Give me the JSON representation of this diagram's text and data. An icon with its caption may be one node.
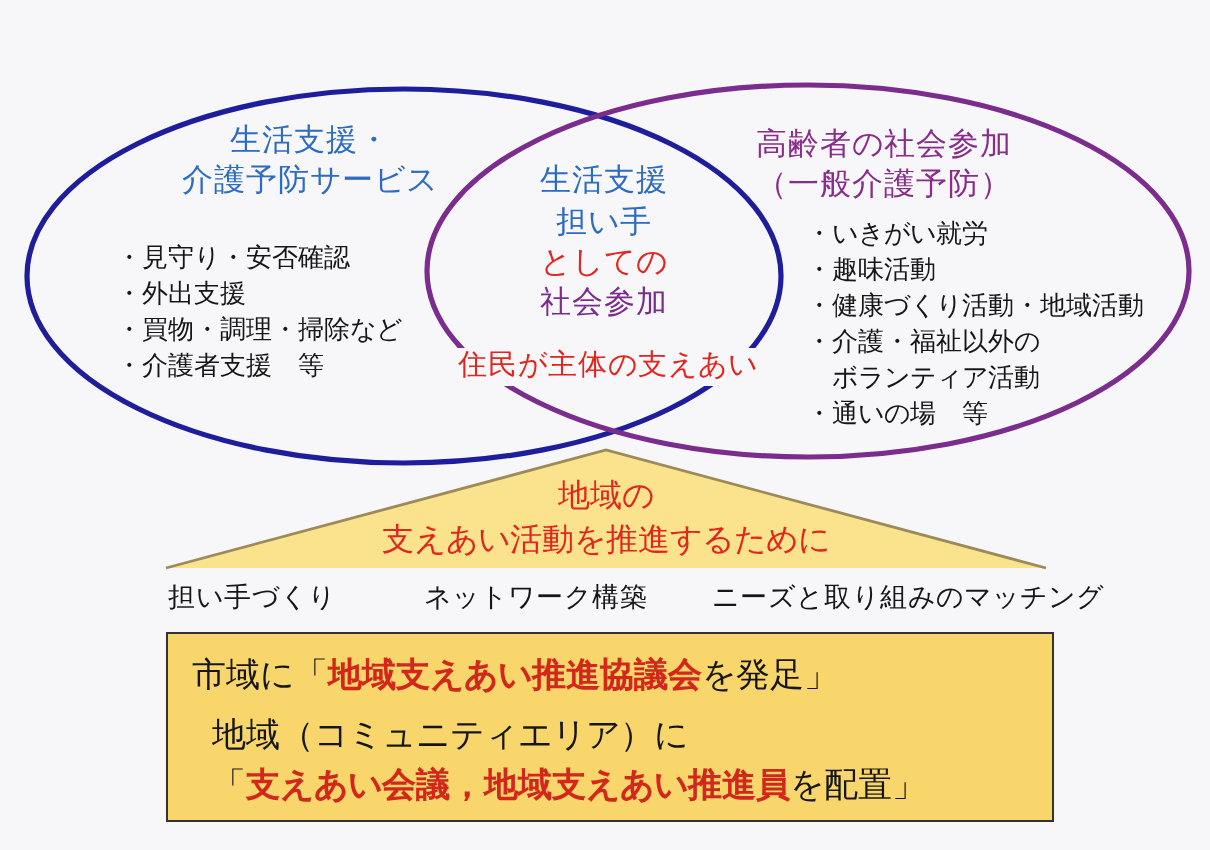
{
  "diagram": {
    "nodes": [
      {
        "text": [
          "生活支援・介護予防サービス",
          "・見守り・安否確認",
          "・外出支援",
          "・買物・調理・掃除など",
          "・介護者支援　等"
        ]
      },
      {
        "text": [
          "高齢者の社会参加（一般介護予防）",
          "・いきがい就労",
          "・趣味活動",
          "・健康づくり活動・地域活動",
          "・介護・福祉以外のボランティア活動",
          "・通いの場　等"
        ]
      },
      {
        "text": [
          "地域の支えあい活動を推進するために"
        ]
      },
      {
        "text": [
          "市域に「**地域支えあい推進協議会**を発足」",
          "地域（コミュニティエリア）に「**支えあい会議，地域支えあい推進員**を配置」"
        ]
      }
    ],
    "labels": [
      "生活支援",
      "担い手",
      "としての",
      "社会参加",
      "住民が主体の支えあい",
      "担い手づくり",
      "ネットワーク構築",
      "ニーズと取り組みのマッチング"
    ]
  }
}
